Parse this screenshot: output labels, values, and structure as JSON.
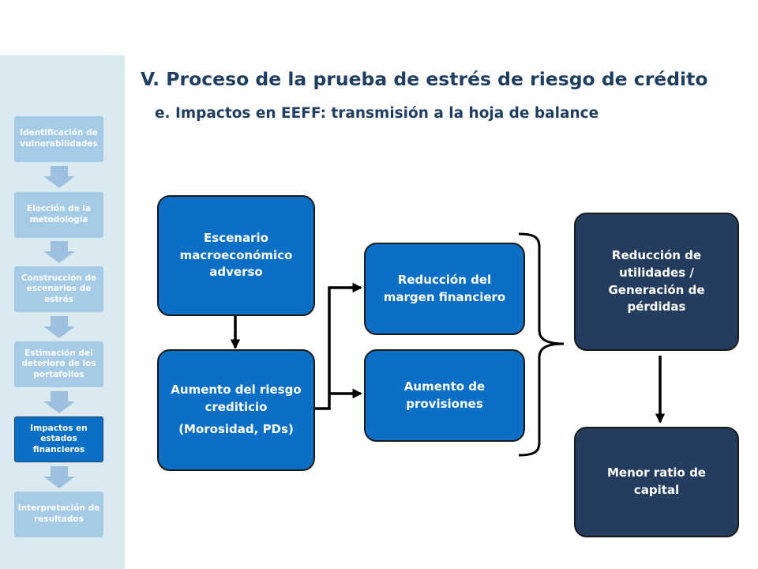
{
  "sidebar": {
    "steps": [
      {
        "label": "Identificación de vulnerabilidades",
        "active": false
      },
      {
        "label": "Elección de la metodología",
        "active": false
      },
      {
        "label": "Construcción de escenarios de estrés",
        "active": false
      },
      {
        "label": "Estimación del deterioro de los portafolios",
        "active": false
      },
      {
        "label": "Impactos en estados financieros",
        "active": true
      },
      {
        "label": "Interpretación de resultados",
        "active": false
      }
    ]
  },
  "header": {
    "title": "V. Proceso de la prueba de estrés de riesgo de crédito",
    "subtitle": "e. Impactos en EEFF: transmisión a la hoja de balance"
  },
  "diagram": {
    "escenario": "Escenario macroeconómico adverso",
    "aumento_riesgo": "Aumento del riesgo crediticio",
    "aumento_riesgo_note": "(Morosidad, PDs)",
    "reduccion_margen": "Reducción del margen financiero",
    "aumento_provisiones": "Aumento de provisiones",
    "reduccion_utilidades": "Reducción de utilidades / Generación de pérdidas",
    "menor_ratio": "Menor ratio de capital"
  },
  "colors": {
    "sidebar_bg": "#dbe9f1",
    "step_inactive": "#a5cbe6",
    "step_active": "#0b6fc6",
    "title": "#1f3e60",
    "box_blue": "#0b6fc6",
    "box_navy": "#243d5e",
    "step_arrow": "#9dbfe0"
  }
}
